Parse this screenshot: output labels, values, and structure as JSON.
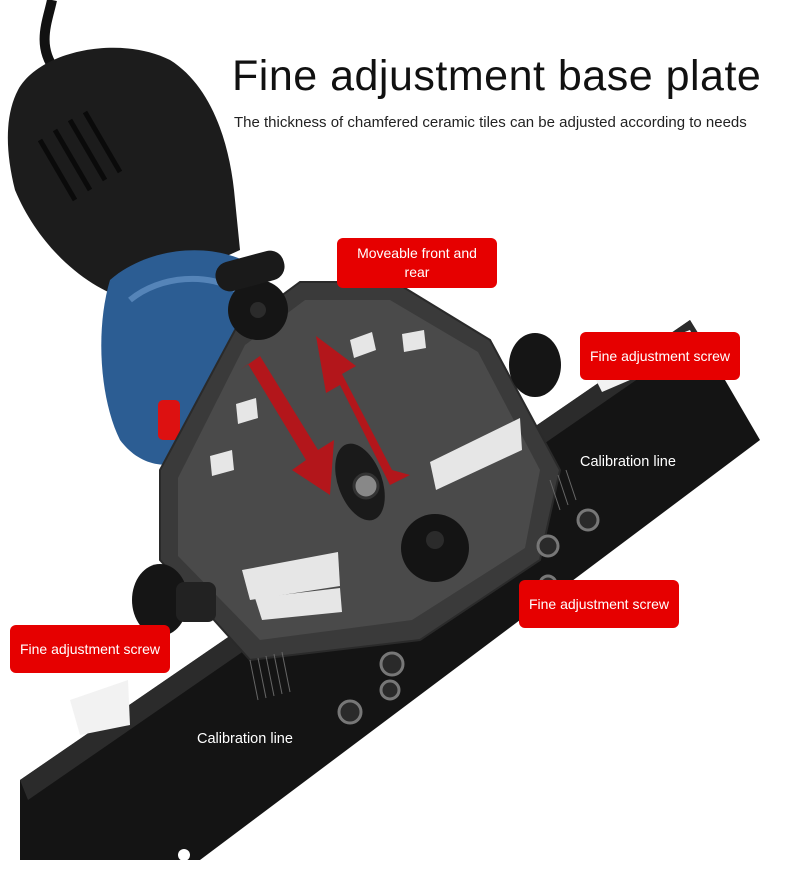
{
  "heading": {
    "title": "Fine adjustment base plate",
    "subtitle": "The thickness of chamfered ceramic tiles can be adjusted according to needs"
  },
  "callouts": {
    "moveable": "Moveable front and rear",
    "fine_top_right": "Fine adjustment screw",
    "fine_mid_right": "Fine adjustment screw",
    "fine_left": "Fine adjustment screw",
    "calibration_right": "Calibration line",
    "calibration_left": "Calibration line"
  },
  "colors": {
    "callout_bg": "#e60000",
    "arrow": "#b3161b",
    "base_plate": "#141414",
    "grinder_blue": "#2c5d93"
  }
}
